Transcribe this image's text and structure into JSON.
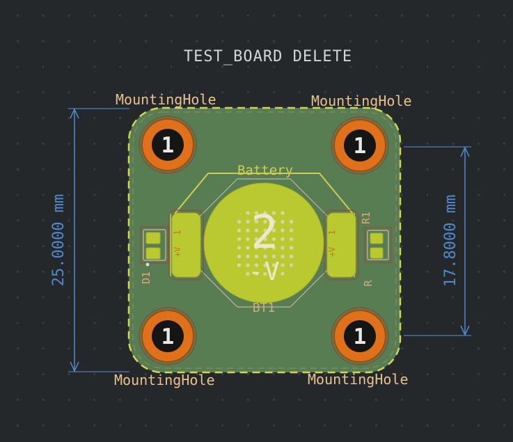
{
  "title": "TEST_BOARD DELETE",
  "footprints": {
    "mounting_hole_label": "MountingHole",
    "mounting_hole_pad_number": "1",
    "battery": {
      "value": "Battery",
      "reference": "BT1",
      "cell_size_marking": "2",
      "polarity_marking": "-V",
      "pad_number": "1",
      "pad_positive_label": "+V"
    },
    "diode_reference": "D1",
    "resistor_reference": "R1",
    "resistor_value": "R"
  },
  "dimensions": {
    "board_height": "25.0000 mm",
    "hole_spacing": "17.8000 mm"
  },
  "colors": {
    "background": "#24282b",
    "grid_dot": "#3d4346",
    "board_green": "#587d52",
    "edge_cut_yellow": "#d4d44e",
    "copper_orange": "#e0711c",
    "drill_black": "#151515",
    "pad_lime": "#b9c92f",
    "silkscreen_yellow": "#cbcf52",
    "reference_tan": "#d9a97c",
    "label_wheat": "#e9c18e",
    "dimension_blue": "#5089ce",
    "title_gray": "#d6d6d6",
    "courtyard_red": "#a04438"
  }
}
